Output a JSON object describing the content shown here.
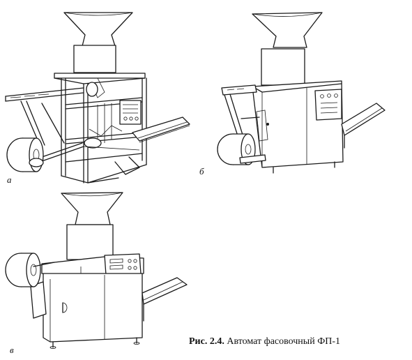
{
  "labels": {
    "a": "а",
    "b": "б",
    "v": "в"
  },
  "caption": {
    "prefix": "Рис. 2.4.",
    "text": "Автомат фасовочный ФП-1"
  }
}
